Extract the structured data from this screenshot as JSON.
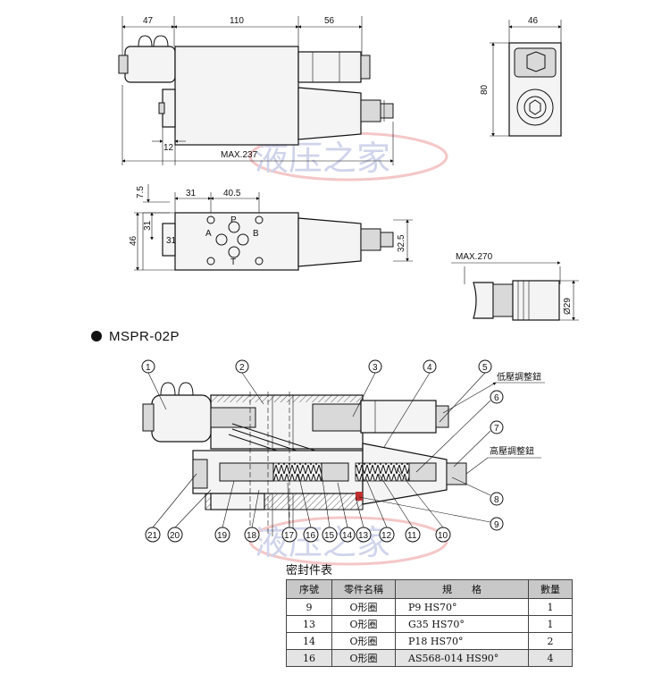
{
  "watermark": {
    "text": "液压之家"
  },
  "top_view": {
    "dims": [
      "47",
      "110",
      "56",
      "12",
      "MAX.237"
    ]
  },
  "side_view": {
    "dims": [
      "46",
      "80"
    ]
  },
  "plan_view": {
    "dims": [
      "7.5",
      "31",
      "40.5",
      "31",
      "46",
      "32.5"
    ],
    "ports": [
      "P",
      "A",
      "B",
      "T"
    ]
  },
  "knob_detail": {
    "dims": [
      "MAX.270",
      "Ø29"
    ]
  },
  "model": {
    "name": "MSPR-02P"
  },
  "section_view": {
    "callouts_top": [
      "1",
      "2",
      "3",
      "4",
      "5",
      "6",
      "7",
      "8",
      "9"
    ],
    "callouts_bottom": [
      "21",
      "20",
      "19",
      "18",
      "17",
      "16",
      "15",
      "14",
      "13",
      "12",
      "11",
      "10"
    ],
    "label_low": "低壓調整鈕",
    "label_high": "高壓調整鈕"
  },
  "seal_table": {
    "caption": "密封件表",
    "headers": [
      "序號",
      "零件名稱",
      "規　　格",
      "數量"
    ],
    "rows": [
      {
        "no": "9",
        "name": "O形圈",
        "spec": "P9 HS70°",
        "qty": "1"
      },
      {
        "no": "13",
        "name": "O形圈",
        "spec": "G35 HS70°",
        "qty": "1"
      },
      {
        "no": "14",
        "name": "O形圈",
        "spec": "P18 HS70°",
        "qty": "2"
      },
      {
        "no": "16",
        "name": "O形圈",
        "spec": "AS568-014 HS90°",
        "qty": "4"
      }
    ]
  }
}
